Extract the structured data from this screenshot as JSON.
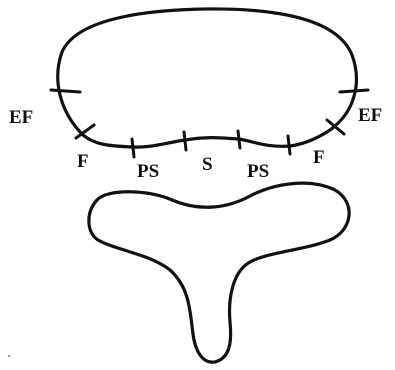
{
  "diagram": {
    "labels": {
      "ef_left": "EF",
      "ef_right": "EF",
      "f_left": "F",
      "f_right": "F",
      "ps_left": "PS",
      "ps_right": "PS",
      "s_center": "S"
    },
    "colors": {
      "line": "#111111",
      "background": "#ffffff"
    }
  }
}
